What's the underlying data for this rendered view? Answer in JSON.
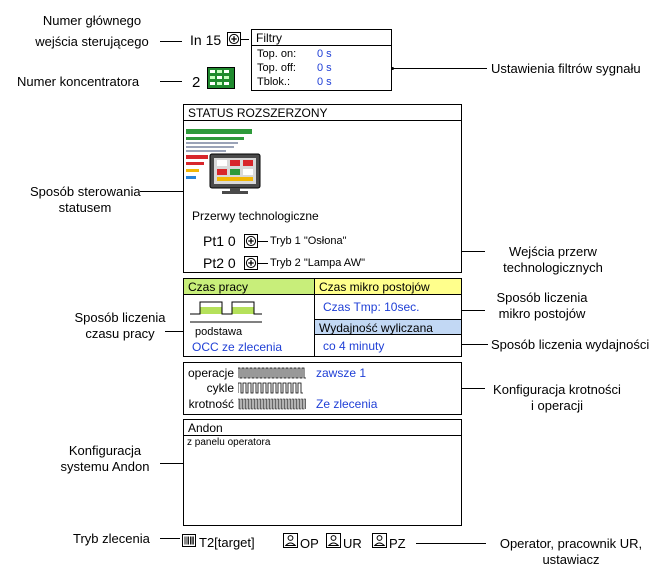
{
  "callouts": {
    "main_input": [
      "Numer głównego",
      "wejścia sterującego"
    ],
    "concentrator": "Numer koncentratora",
    "filters_settings": "Ustawienia filtrów sygnału",
    "status_control": [
      "Sposób sterowania",
      "statusem"
    ],
    "tech_break_inputs": [
      "Wejścia przerw",
      "technologicznych"
    ],
    "work_time": [
      "Sposób liczenia",
      "czasu pracy"
    ],
    "micro_stops": [
      "Sposób liczenia",
      "mikro postojów"
    ],
    "efficiency": "Sposób liczenia wydajności",
    "multiplicity": [
      "Konfiguracja krotności",
      "i operacji"
    ],
    "andon": [
      "Konfiguracja",
      "systemu Andon"
    ],
    "order_mode": "Tryb zlecenia",
    "operators": [
      "Operator, pracownik UR,",
      "ustawiacz"
    ]
  },
  "top": {
    "input_label": "In 15",
    "concentrator_number": "2"
  },
  "filters": {
    "title": "Filtry",
    "rows": [
      {
        "label": "Top. on:",
        "value": "0 s"
      },
      {
        "label": "Top. off:",
        "value": "0 s"
      },
      {
        "label": "Tblok.:",
        "value": "0 s"
      }
    ]
  },
  "status": {
    "title": "STATUS ROZSZERZONY",
    "breaks_title": "Przerwy technologiczne",
    "pt1_label": "Pt1 0",
    "pt1_mode": "Tryb 1 \"Osłona\"",
    "pt2_label": "Pt2 0",
    "pt2_mode": "Tryb 2 \"Lampa AW\""
  },
  "work": {
    "title": "Czas pracy",
    "base": "podstawa",
    "method": "OCC ze zlecenia",
    "micro_title": "Czas mikro postojów",
    "micro_value": "Czas Tmp: 10sec.",
    "eff_title": "Wydajność wyliczana",
    "eff_value": "co 4 minuty"
  },
  "mult": {
    "operations_label": "operacje",
    "operations_value": "zawsze 1",
    "cycles_label": "cykle",
    "mult_label": "krotność",
    "mult_value": "Ze zlecenia"
  },
  "andon": {
    "title": "Andon",
    "source": "z panelu operatora"
  },
  "footer": {
    "order_mode": "T2[target]",
    "op": "OP",
    "ur": "UR",
    "pz": "PZ"
  },
  "colors": {
    "work_header": "#c8ee7a",
    "micro_header": "#ffff8c",
    "eff_header": "#c2d8f4",
    "value_text": "#1f3fd6"
  }
}
